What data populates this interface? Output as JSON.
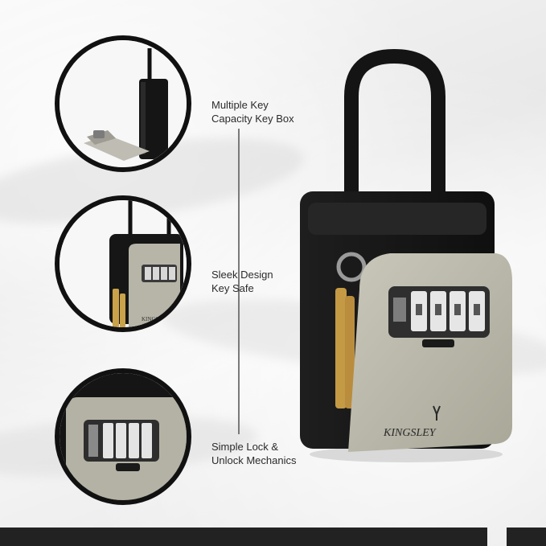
{
  "features": [
    {
      "line1": "Multiple Key",
      "line2": "Capacity Key Box"
    },
    {
      "line1": "Sleek Design",
      "line2": "Key Safe"
    },
    {
      "line1": "Simple Lock &",
      "line2": "Unlock Mechanics"
    }
  ],
  "brand": "KINGSLEY",
  "colors": {
    "frame": "#111111",
    "lock_body": "#1c1c1c",
    "cover": "#b9b7a9",
    "background": "#f1f1f1"
  }
}
